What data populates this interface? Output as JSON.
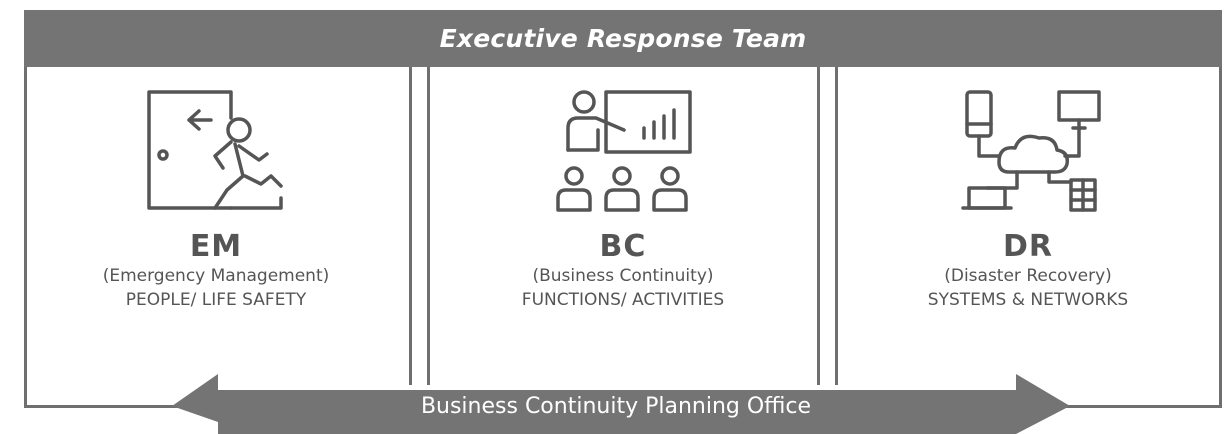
{
  "header": {
    "title": "Executive Response Team"
  },
  "columns": [
    {
      "abbr": "EM",
      "full": "(Emergency Management)",
      "focus": "PEOPLE/ LIFE SAFETY",
      "icon": "emergency-exit-icon"
    },
    {
      "abbr": "BC",
      "full": "(Business Continuity)",
      "focus": "FUNCTIONS/ ACTIVITIES",
      "icon": "presentation-team-icon"
    },
    {
      "abbr": "DR",
      "full": "(Disaster Recovery)",
      "focus": "SYSTEMS & NETWORKS",
      "icon": "cloud-network-icon"
    }
  ],
  "footer": {
    "label": "Business Continuity Planning Office"
  },
  "colors": {
    "bar": "#747474",
    "line": "#6f6f6f",
    "text": "#555555"
  }
}
